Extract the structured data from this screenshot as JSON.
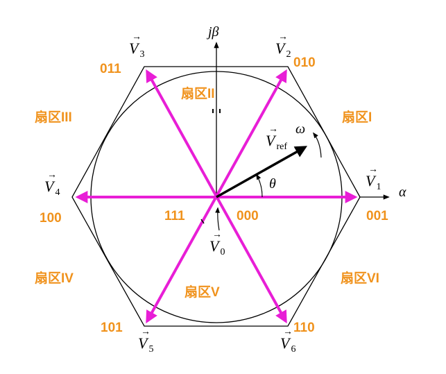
{
  "axes": {
    "alpha": "α",
    "jbeta": "jβ"
  },
  "vectors": [
    {
      "id": "V1",
      "label": "V",
      "sub": "1",
      "code": "001"
    },
    {
      "id": "V2",
      "label": "V",
      "sub": "2",
      "code": "010"
    },
    {
      "id": "V3",
      "label": "V",
      "sub": "3",
      "code": "011"
    },
    {
      "id": "V4",
      "label": "V",
      "sub": "4",
      "code": "100"
    },
    {
      "id": "V5",
      "label": "V",
      "sub": "5",
      "code": "101"
    },
    {
      "id": "V6",
      "label": "V",
      "sub": "6",
      "code": "110"
    }
  ],
  "zero_vectors": {
    "label": "V",
    "sub": "0",
    "code_left": "111",
    "code_right": "000"
  },
  "sectors": {
    "I": "扇区I",
    "II": "扇区II",
    "III": "扇区III",
    "IV": "扇区IV",
    "V": "扇区V",
    "VI": "扇区VI"
  },
  "vref": {
    "label": "V",
    "sub": "ref"
  },
  "omega": "ω",
  "theta": "θ",
  "colors": {
    "vector": "#e81ed6",
    "label": "#f0921c",
    "line": "#000000"
  }
}
